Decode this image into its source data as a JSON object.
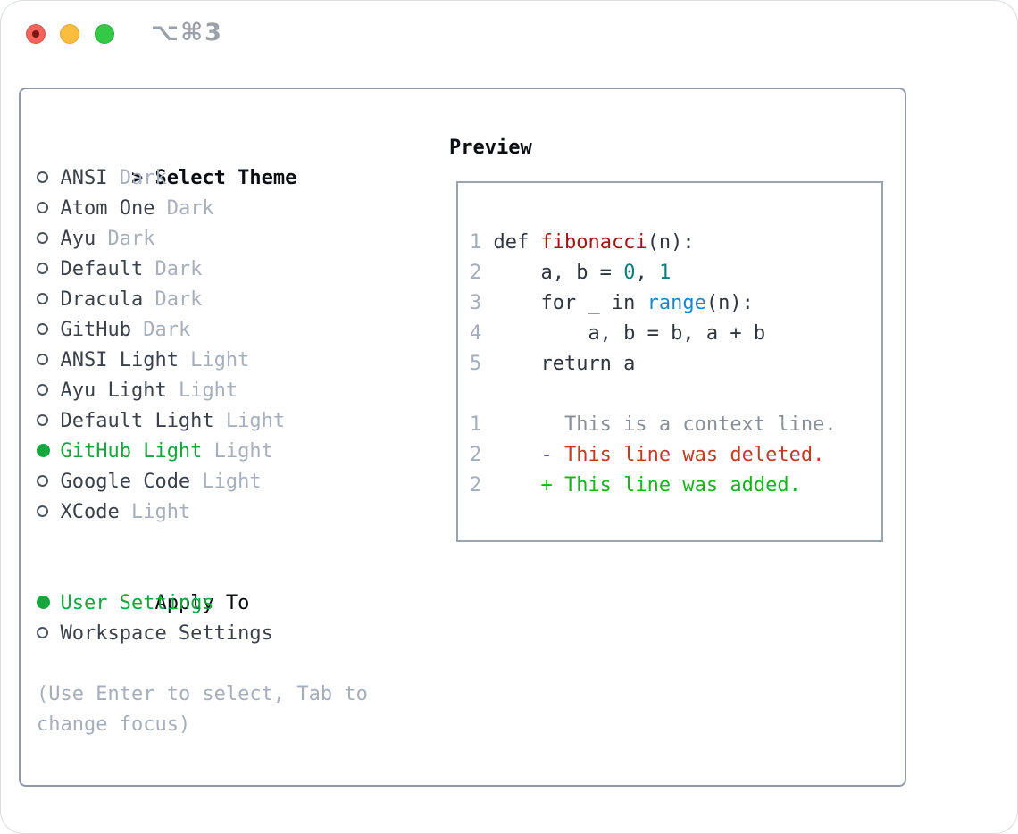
{
  "window": {
    "title_shortcut": "⌥⌘3",
    "traffic_lights": [
      "close-button",
      "minimize-button",
      "zoom-button"
    ]
  },
  "theme_panel": {
    "header_prefix": ">",
    "header": "Select Theme",
    "themes": [
      {
        "name": "ANSI",
        "variant": "Dark",
        "selected": false
      },
      {
        "name": "Atom One",
        "variant": "Dark",
        "selected": false
      },
      {
        "name": "Ayu",
        "variant": "Dark",
        "selected": false
      },
      {
        "name": "Default",
        "variant": "Dark",
        "selected": false
      },
      {
        "name": "Dracula",
        "variant": "Dark",
        "selected": false
      },
      {
        "name": "GitHub",
        "variant": "Dark",
        "selected": false
      },
      {
        "name": "ANSI Light",
        "variant": "Light",
        "selected": false
      },
      {
        "name": "Ayu Light",
        "variant": "Light",
        "selected": false
      },
      {
        "name": "Default Light",
        "variant": "Light",
        "selected": false
      },
      {
        "name": "GitHub Light",
        "variant": "Light",
        "selected": true
      },
      {
        "name": "Google Code",
        "variant": "Light",
        "selected": false
      },
      {
        "name": "XCode",
        "variant": "Light",
        "selected": false
      }
    ],
    "apply_to": {
      "header": "Apply To",
      "options": [
        {
          "label": "User Settings",
          "selected": true
        },
        {
          "label": "Workspace Settings",
          "selected": false
        }
      ]
    },
    "hint": "(Use Enter to select, Tab to change focus)"
  },
  "preview": {
    "header": "Preview",
    "lines": [
      {
        "num": "1",
        "segments": [
          {
            "text": " def ",
            "color": "default"
          },
          {
            "text": "fibonacci",
            "color": "function"
          },
          {
            "text": "(n):",
            "color": "default"
          }
        ]
      },
      {
        "num": "2",
        "segments": [
          {
            "text": "     a, b = ",
            "color": "default"
          },
          {
            "text": "0",
            "color": "number"
          },
          {
            "text": ", ",
            "color": "default"
          },
          {
            "text": "1",
            "color": "number"
          }
        ]
      },
      {
        "num": "3",
        "segments": [
          {
            "text": "     for _ in ",
            "color": "default"
          },
          {
            "text": "range",
            "color": "builtin"
          },
          {
            "text": "(n):",
            "color": "default"
          }
        ]
      },
      {
        "num": "4",
        "segments": [
          {
            "text": "         a, b = b, a + b",
            "color": "default"
          }
        ]
      },
      {
        "num": "5",
        "segments": [
          {
            "text": "     return a",
            "color": "default"
          }
        ]
      },
      {
        "num": "",
        "segments": []
      },
      {
        "num": "1",
        "segments": [
          {
            "text": "       This is a context line.",
            "color": "context"
          }
        ]
      },
      {
        "num": "2",
        "segments": [
          {
            "text": "     - This line was deleted.",
            "color": "deleted"
          }
        ]
      },
      {
        "num": "2",
        "segments": [
          {
            "text": "     + This line was added.",
            "color": "added"
          }
        ]
      }
    ]
  },
  "colors": {
    "accent_green": "#16a63d",
    "traffic_red": "#f4645c",
    "traffic_yellow": "#fbbd3f",
    "traffic_green": "#34c748",
    "panel_border": "#8f99a7",
    "preview_border": "#9aa4b0",
    "theme_name": "#3a414a",
    "variant_tag": "#a7afbc",
    "line_number": "#a3adbd",
    "code_default": "#2e353e",
    "code_function": "#a31515",
    "code_number": "#0e7d80",
    "code_builtin": "#1f87c9",
    "diff_context": "#898f97",
    "diff_deleted": "#c43a22",
    "diff_added": "#19b41d",
    "hint_text": "#a6aebc"
  }
}
